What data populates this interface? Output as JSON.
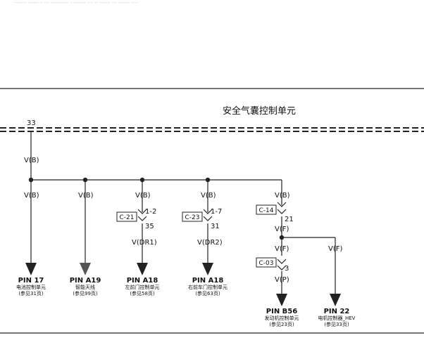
{
  "header_noise": "-------  ------ - --- ---------- - ------- --- --  ------ --- ------ ----",
  "module_title": "安全气囊控制单元",
  "top_pin": "33",
  "trunk_label": "V(B)",
  "branches": [
    {
      "wire": "V(B)",
      "connector": null,
      "pin_top": null,
      "pin_bottom": null,
      "wire_after": null,
      "pin": "PIN 17",
      "desc": "电池控制单元",
      "ref": "(参见31页)"
    },
    {
      "wire": "V(B)",
      "connector": null,
      "pin_top": null,
      "pin_bottom": null,
      "wire_after": null,
      "pin": "PIN A19",
      "desc": "智能天线",
      "ref": "(参见99页)"
    },
    {
      "wire": "V(B)",
      "connector": "C-21",
      "pin_top": "1-2",
      "pin_bottom": "35",
      "wire_after": "V(DR1)",
      "pin": "PIN A18",
      "desc": "左前门控制单元",
      "ref": "(参见58页)"
    },
    {
      "wire": "V(B)",
      "connector": "C-23",
      "pin_top": "1-7",
      "pin_bottom": "31",
      "wire_after": "V(DR2)",
      "pin": "PIN A18",
      "desc": "右前车门控制单元",
      "ref": "(参见63页)"
    }
  ],
  "branch5": {
    "wire": "V(B)",
    "connector": "C-14",
    "pin_top": "21",
    "wire_after": "V(F)",
    "sub_left": {
      "wire": "V(F)",
      "connector": "C-03",
      "pin": "3",
      "wire_after": "V(P)",
      "pin_name": "PIN B56",
      "desc": "发动机控制单元",
      "ref": "(参见23页)"
    },
    "sub_right": {
      "wire": "V(F)",
      "pin_name": "PIN 22",
      "desc": "电机控制器_HEV",
      "ref": "(参见33页)"
    }
  }
}
